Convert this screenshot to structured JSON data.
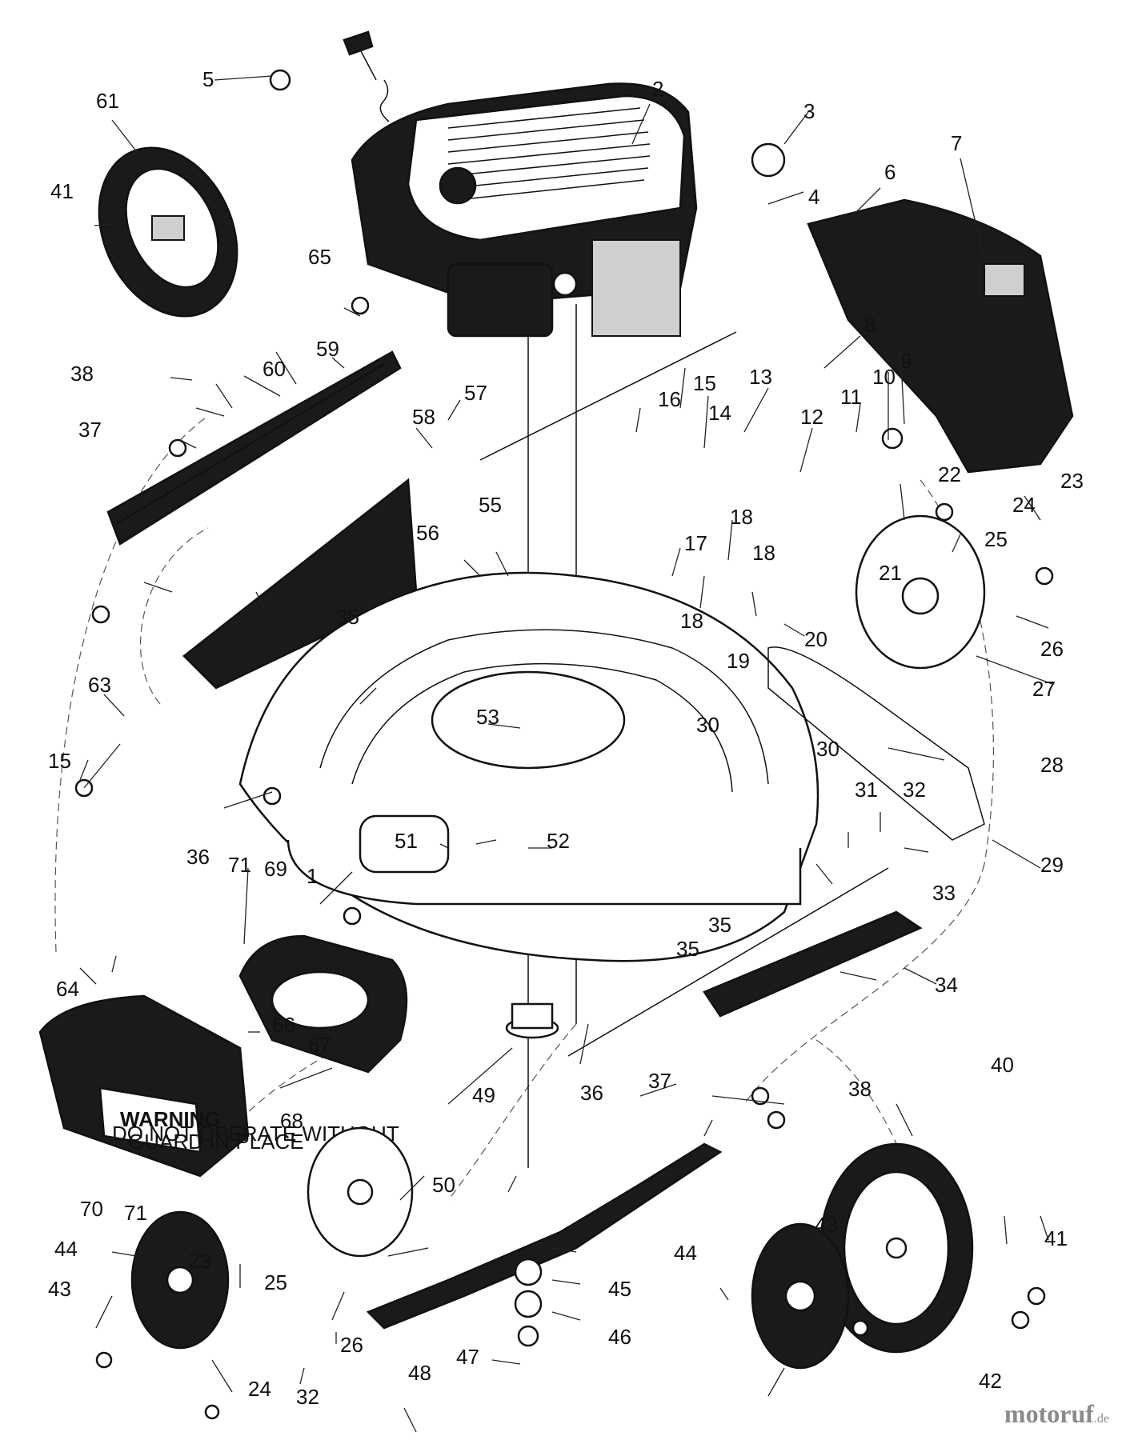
{
  "labels": [
    "1",
    "2",
    "3",
    "4",
    "5",
    "6",
    "7",
    "8",
    "9",
    "10",
    "11",
    "12",
    "13",
    "14",
    "15",
    "15",
    "16",
    "17",
    "18",
    "18",
    "18",
    "19",
    "20",
    "21",
    "22",
    "23",
    "23",
    "24",
    "24",
    "25",
    "25",
    "26",
    "26",
    "27",
    "28",
    "29",
    "30",
    "30",
    "31",
    "32",
    "32",
    "33",
    "34",
    "35",
    "35",
    "35",
    "36",
    "36",
    "37",
    "37",
    "38",
    "38",
    "40",
    "41",
    "41",
    "42",
    "43",
    "43",
    "44",
    "44",
    "45",
    "46",
    "47",
    "48",
    "49",
    "50",
    "51",
    "52",
    "53",
    "55",
    "56",
    "57",
    "58",
    "59",
    "60",
    "61",
    "63",
    "64",
    "65",
    "66",
    "67",
    "68",
    "69",
    "70",
    "71",
    "71"
  ],
  "warning_decal": {
    "title": "WARNING",
    "line1": "DO NOT OPERATE WITHOUT",
    "line2": "GUARD IN PLACE"
  },
  "watermark": {
    "brand": "motoruf",
    "domain": ".de"
  }
}
